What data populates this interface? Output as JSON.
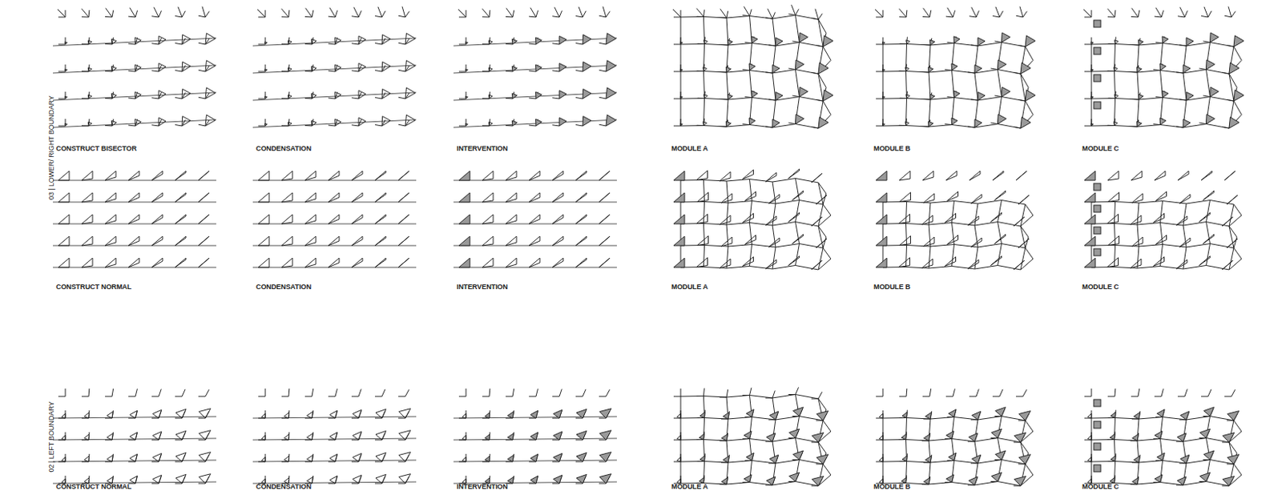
{
  "diagram": {
    "labels": [
      "03 | LOWER/ RIGHT BOUNDARY",
      "CONSTRUCT BISECTOR",
      "CONDENSATION",
      "INTERVENTION",
      "MODULE A",
      "MODULE B",
      "MODULE C",
      "CONSTRUCT NORMAL",
      "CONDENSATION",
      "INTERVENTION",
      "MODULE A",
      "MODULE B",
      "MODULE C",
      "02 | LEFT BOUNDARY",
      "CONSTRUCT NORMAL",
      "CONDENSATION",
      "INTERVENTION",
      "MODULE A",
      "MODULE B",
      "MODULE C"
    ]
  }
}
